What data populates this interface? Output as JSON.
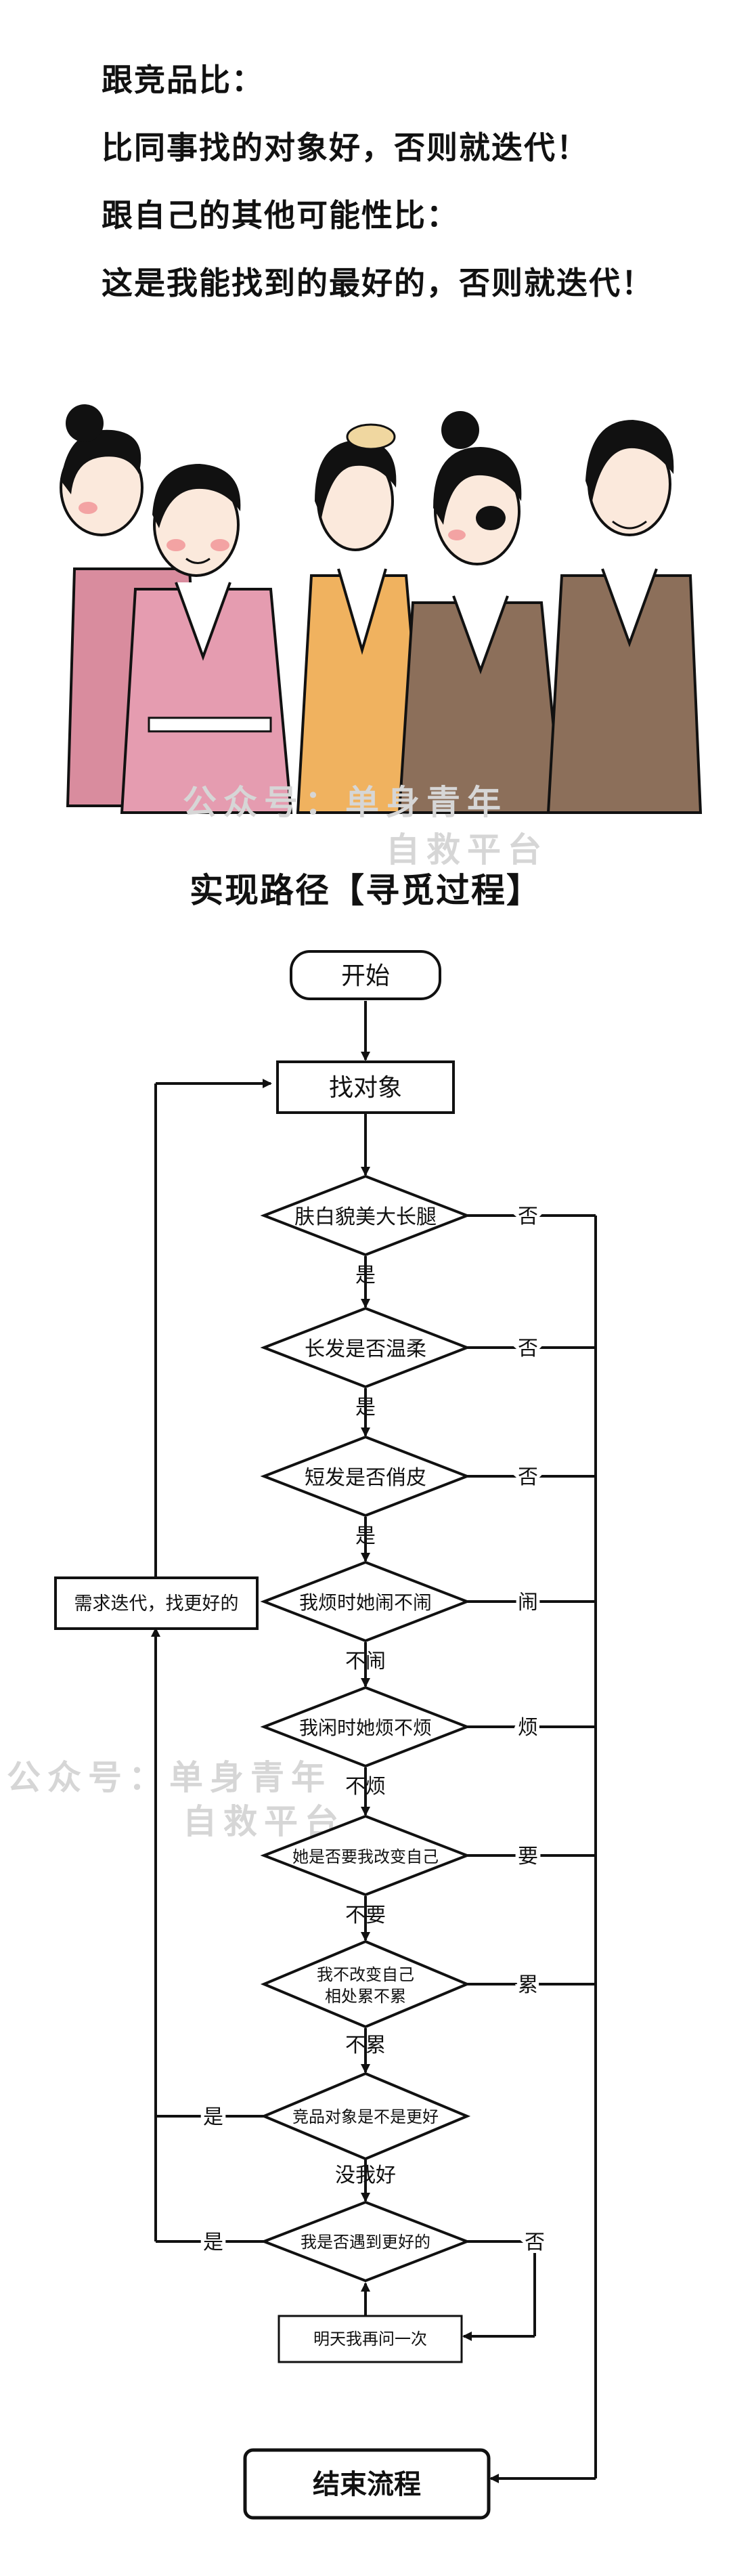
{
  "intro": {
    "line1": "跟竞品比：",
    "line2": "比同事找的对象好，否则就迭代！",
    "line3": "跟自己的其他可能性比：",
    "line4": "这是我能找到的最好的，否则就迭代！"
  },
  "watermark": {
    "line1": "公众号：单身青年",
    "line2": "自救平台"
  },
  "section_title": "实现路径【寻觅过程】",
  "flow": {
    "start": "开始",
    "find": "找对象",
    "d1": "肤白貌美大长腿",
    "d2": "长发是否温柔",
    "d3": "短发是否俏皮",
    "d4": "我烦时她闹不闹",
    "d5": "我闲时她烦不烦",
    "d6": "她是否要我改变自己",
    "d7_line1": "我不改变自己",
    "d7_line2": "相处累不累",
    "d8": "竞品对象是不是更好",
    "d9": "我是否遇到更好的",
    "ask": "明天我再问一次",
    "iterate": "需求迭代，找更好的",
    "end": "结束流程",
    "yes": "是",
    "no": "否",
    "no_nao": "不闹",
    "nao": "闹",
    "no_fan": "不烦",
    "fan": "烦",
    "no_yao": "不要",
    "yao": "要",
    "no_lei": "不累",
    "lei": "累",
    "mei_wo_hao": "没我好"
  }
}
